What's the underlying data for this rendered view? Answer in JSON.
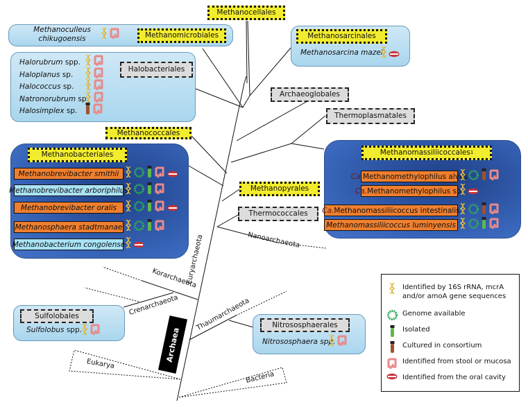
{
  "orders": {
    "methanocellales": "Methanocellales",
    "methanomicrobiales": "Methanomicrobiales",
    "methanosarcinales": "Methanosarcinales",
    "halobacteriales": "Halobacteriales",
    "archaeoglobales": "Archaeoglobales",
    "thermoplasmatales": "Thermoplasmatales",
    "methanococcales": "Methanococcales",
    "methanobacteriales": "Methanobacteriales",
    "methanomassiliicoccales": "Methanomassiliicoccales",
    "methanomassiliicoccales_sup": "1",
    "methanopyrales": "Methanopyrales",
    "thermococcales": "Thermococcales",
    "sulfolobales": "Sulfolobales",
    "nitrososphaerales": "Nitrososphaerales"
  },
  "phyla": {
    "euryarchaeota": "Euryarchaeota",
    "nanoarchaeota": "Nanoarchaeota",
    "korarchaeota": "Korarchaeota",
    "crenarchaeota": "Crenarchaeota",
    "thaumarchaeota": "Thaumarchaeota",
    "eukarya": "Eukarya",
    "bacteria": "Bacteria",
    "archaea": "Archaea"
  },
  "methanomicrobiales_panel": {
    "species_line1": "Methanoculleus",
    "species_line2": "chikugoensis",
    "icons": [
      "dna-16s",
      "intestine"
    ]
  },
  "methanosarcinales_panel": {
    "species": "Methanosarcina mazei",
    "icons": [
      "dna-16s",
      "mouth"
    ]
  },
  "halobacteriales_panel": {
    "species": [
      {
        "genus": "Halorubrum",
        "suffix": " spp.",
        "icons": [
          "dna-16s",
          "intestine"
        ]
      },
      {
        "genus": "Haloplanus",
        "suffix": " sp.",
        "icons": [
          "dna-16s",
          "intestine"
        ]
      },
      {
        "genus": "Halococcus",
        "suffix": " sp.",
        "icons": [
          "dna-16s",
          "intestine"
        ]
      },
      {
        "genus": "Natronorubrum",
        "suffix": " sp.",
        "icons": [
          "dna-16s",
          "intestine"
        ]
      },
      {
        "genus": "Halosimplex",
        "suffix": " sp.",
        "icons": [
          "tube-consortium",
          "intestine"
        ]
      }
    ]
  },
  "methanobacteriales_panel": {
    "species": [
      {
        "name": "Methanobrevibacter smithii",
        "style": "orange",
        "icons": [
          "dna-16s",
          "genome",
          "tube-isolated",
          "intestine",
          "mouth"
        ]
      },
      {
        "name": "Methanobrevibacter arboriphilus",
        "style": "cyan",
        "icons": [
          "dna-16s",
          "genome",
          "tube-isolated",
          "intestine"
        ]
      },
      {
        "name": "Methanobrevibacter oralis",
        "style": "orange",
        "icons": [
          "dna-16s",
          "genome",
          "tube-isolated",
          "intestine",
          "mouth"
        ]
      },
      {
        "name": "Methanosphaera stadtmanae",
        "style": "orange",
        "icons": [
          "dna-16s",
          "genome",
          "tube-isolated",
          "intestine"
        ]
      },
      {
        "name": "Methanobacterium congolense",
        "style": "cyan",
        "icons": [
          "dna-16s",
          "mouth"
        ]
      }
    ]
  },
  "methanomassiliicoccales_panel": {
    "species": [
      {
        "prefix": "Ca.",
        "name": " Methanomethylophilus alvus",
        "icons": [
          "dna-16s",
          "genome",
          "tube-consortium",
          "intestine"
        ]
      },
      {
        "prefix": "Ca.",
        "name": " Methanomethylophilus sp.",
        "icons": [
          "dna-16s",
          "mouth"
        ]
      },
      {
        "prefix": "Ca.",
        "name": " Methanomassiliicoccus intestinalis",
        "icons": [
          "dna-16s",
          "genome",
          "tube-consortium",
          "intestine"
        ]
      },
      {
        "prefix": "",
        "name": "Methanomassiliicoccus luminyensis",
        "icons": [
          "dna-16s",
          "genome",
          "tube-isolated",
          "intestine"
        ]
      }
    ]
  },
  "sulfolobales_panel": {
    "genus": "Sulfolobus",
    "suffix": " spp.",
    "icons": [
      "dna-16s",
      "intestine"
    ]
  },
  "nitrososphaerales_panel": {
    "species": "Nitrososphaera spp.",
    "icons": [
      "dna-16s",
      "intestine"
    ]
  },
  "legend": {
    "items": [
      {
        "icon": "dna-16s",
        "label": "Identified by 16S rRNA, mcrA",
        "label2": "and/or amoA gene sequences"
      },
      {
        "icon": "genome",
        "label": "Genome available"
      },
      {
        "icon": "tube-isolated",
        "label": "Isolated"
      },
      {
        "icon": "tube-consortium",
        "label": "Cultured in consortium"
      },
      {
        "icon": "intestine",
        "label": "Identified from stool or mucosa"
      },
      {
        "icon": "mouth",
        "label": "Identified from the oral cavity"
      }
    ]
  },
  "colors": {
    "yellow_order": "#f2ec2e",
    "grey_order": "#dcdcdc",
    "orange_chip": "#ef7f2f",
    "cyan_chip": "#a8e2f5",
    "panel_dark": "#2f58a8",
    "panel_light": "#b7dcf0"
  }
}
